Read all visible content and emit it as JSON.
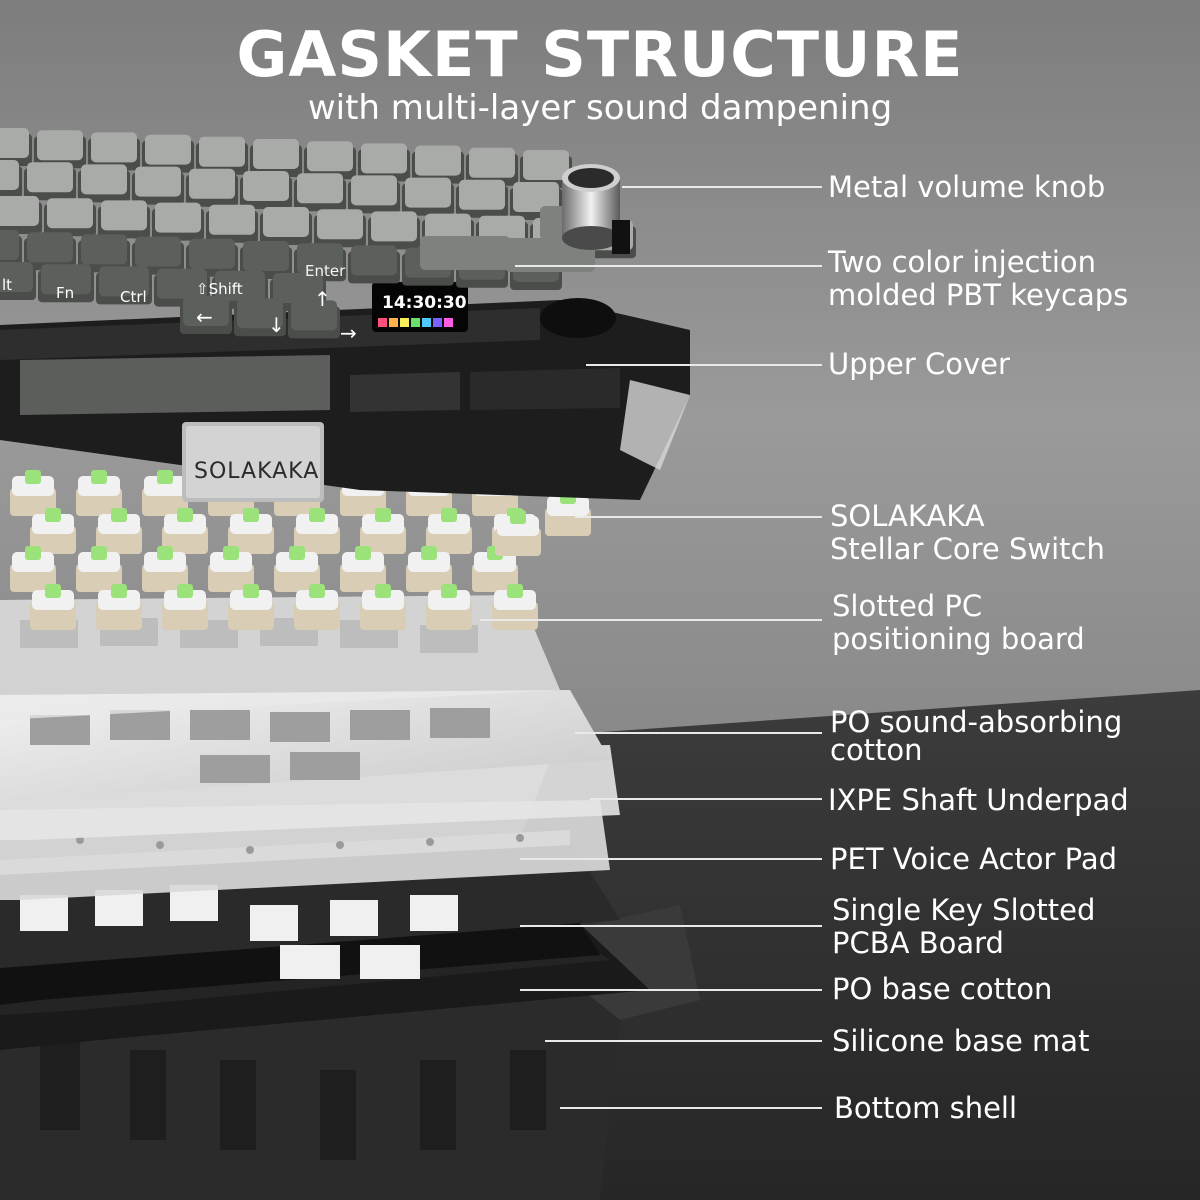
{
  "header": {
    "title": "GASKET STRUCTURE",
    "subtitle": "with multi-layer sound dampening"
  },
  "brand": {
    "plate_text": "SOLAKAKA",
    "screen_time": "14:30:30"
  },
  "keycap_legends": {
    "fn": "Fn",
    "ctrl": "Ctrl",
    "shift": "⇧Shift",
    "enter": "Enter",
    "alt": "lt",
    "arrow_left": "←",
    "arrow_down": "↓",
    "arrow_up": "↑",
    "arrow_right": "→"
  },
  "callouts": [
    {
      "lines": [
        "Metal volume knob"
      ]
    },
    {
      "lines": [
        "Two color injection",
        "molded PBT keycaps"
      ]
    },
    {
      "lines": [
        "Upper Cover"
      ]
    },
    {
      "lines": [
        "SOLAKAKA",
        "Stellar Core Switch"
      ]
    },
    {
      "lines": [
        "Slotted PC",
        "positioning board"
      ]
    },
    {
      "lines": [
        "PO sound-absorbing",
        "cotton"
      ]
    },
    {
      "lines": [
        "IXPE Shaft Underpad"
      ]
    },
    {
      "lines": [
        "PET Voice Actor Pad"
      ]
    },
    {
      "lines": [
        "Single Key Slotted",
        "PCBA Board"
      ]
    },
    {
      "lines": [
        "PO base cotton"
      ]
    },
    {
      "lines": [
        "Silicone base mat"
      ]
    },
    {
      "lines": [
        "Bottom shell"
      ]
    }
  ],
  "colors": {
    "background_top": "#8e8e8e",
    "background_bottom": "#3a3a3a",
    "keycap_light": "#a8aba7",
    "keycap_dark": "#5c605c",
    "switch_stem": "#9be27a",
    "upper_cover": "#1d1d1d",
    "text": "#ffffff"
  }
}
